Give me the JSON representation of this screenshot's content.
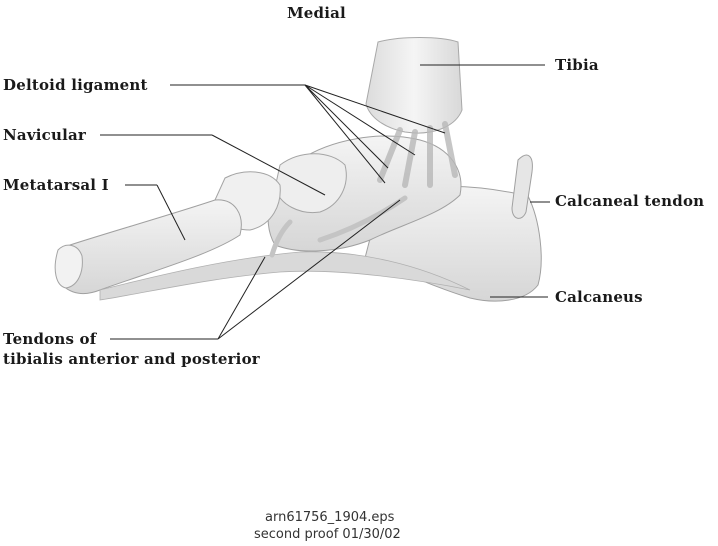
{
  "labels": {
    "medial": "Medial",
    "tibia": "Tibia",
    "deltoid_ligament": "Deltoid ligament",
    "navicular": "Navicular",
    "metatarsal_i": "Metatarsal I",
    "calcaneal_tendon": "Calcaneal tendon",
    "calcaneus": "Calcaneus",
    "tendons_line1": "Tendons of",
    "tendons_line2": "tibialis anterior and posterior"
  },
  "caption": {
    "filename": "arn61756_1904.eps",
    "proof": "second proof 01/30/02"
  },
  "colors": {
    "bone_fill": "#ececec",
    "bone_shade": "#d2d2d2",
    "outline": "#9a9a9a",
    "leader": "#222222",
    "text": "#1a1a1a"
  }
}
